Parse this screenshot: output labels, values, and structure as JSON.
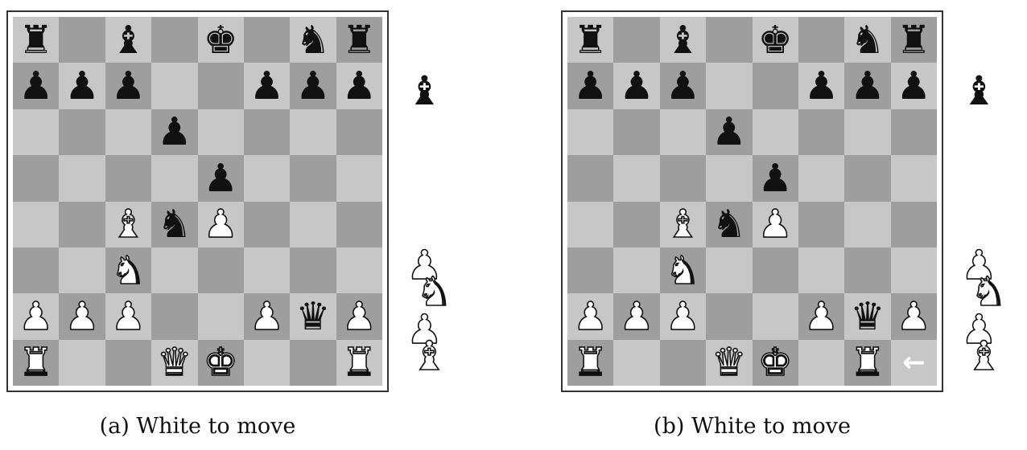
{
  "panels": [
    {
      "caption": "(a)  White to move",
      "rows": [
        [
          {
            "t": "rook",
            "c": "b"
          },
          null,
          {
            "t": "bishop",
            "c": "b"
          },
          null,
          {
            "t": "king",
            "c": "b"
          },
          null,
          {
            "t": "knight",
            "c": "b"
          },
          {
            "t": "rook",
            "c": "b"
          }
        ],
        [
          {
            "t": "pawn",
            "c": "b"
          },
          {
            "t": "pawn",
            "c": "b"
          },
          {
            "t": "pawn",
            "c": "b"
          },
          null,
          null,
          {
            "t": "pawn",
            "c": "b"
          },
          {
            "t": "pawn",
            "c": "b"
          },
          {
            "t": "pawn",
            "c": "b"
          }
        ],
        [
          null,
          null,
          null,
          {
            "t": "pawn",
            "c": "b"
          },
          null,
          null,
          null,
          null
        ],
        [
          null,
          null,
          null,
          null,
          {
            "t": "pawn",
            "c": "b"
          },
          null,
          null,
          null
        ],
        [
          null,
          null,
          {
            "t": "bishop",
            "c": "w"
          },
          {
            "t": "knight",
            "c": "b"
          },
          {
            "t": "pawn",
            "c": "w"
          },
          null,
          null,
          null
        ],
        [
          null,
          null,
          {
            "t": "knight",
            "c": "w"
          },
          null,
          null,
          null,
          null,
          null
        ],
        [
          {
            "t": "pawn",
            "c": "w"
          },
          {
            "t": "pawn",
            "c": "w"
          },
          {
            "t": "pawn",
            "c": "w"
          },
          null,
          null,
          {
            "t": "pawn",
            "c": "w"
          },
          {
            "t": "queen",
            "c": "b"
          },
          {
            "t": "pawn",
            "c": "w"
          }
        ],
        [
          {
            "t": "rook",
            "c": "w"
          },
          null,
          null,
          {
            "t": "queen",
            "c": "w"
          },
          {
            "t": "king",
            "c": "w"
          },
          null,
          null,
          {
            "t": "rook",
            "c": "w"
          }
        ]
      ],
      "captured_black": [
        "bishop"
      ],
      "captured_white": [
        "pawn",
        "knight",
        "pawn",
        "bishop"
      ]
    },
    {
      "caption": "(b)  White to move",
      "rows": [
        [
          {
            "t": "rook",
            "c": "b"
          },
          null,
          {
            "t": "bishop",
            "c": "b"
          },
          null,
          {
            "t": "king",
            "c": "b"
          },
          null,
          {
            "t": "knight",
            "c": "b"
          },
          {
            "t": "rook",
            "c": "b"
          }
        ],
        [
          {
            "t": "pawn",
            "c": "b"
          },
          {
            "t": "pawn",
            "c": "b"
          },
          {
            "t": "pawn",
            "c": "b"
          },
          null,
          null,
          {
            "t": "pawn",
            "c": "b"
          },
          {
            "t": "pawn",
            "c": "b"
          },
          {
            "t": "pawn",
            "c": "b"
          }
        ],
        [
          null,
          null,
          null,
          {
            "t": "pawn",
            "c": "b"
          },
          null,
          null,
          null,
          null
        ],
        [
          null,
          null,
          null,
          null,
          {
            "t": "pawn",
            "c": "b"
          },
          null,
          null,
          null
        ],
        [
          null,
          null,
          {
            "t": "bishop",
            "c": "w"
          },
          {
            "t": "knight",
            "c": "b"
          },
          {
            "t": "pawn",
            "c": "w"
          },
          null,
          null,
          null
        ],
        [
          null,
          null,
          {
            "t": "knight",
            "c": "w"
          },
          null,
          null,
          null,
          null,
          null
        ],
        [
          {
            "t": "pawn",
            "c": "w"
          },
          {
            "t": "pawn",
            "c": "w"
          },
          {
            "t": "pawn",
            "c": "w"
          },
          null,
          null,
          {
            "t": "pawn",
            "c": "w"
          },
          {
            "t": "queen",
            "c": "b"
          },
          {
            "t": "pawn",
            "c": "w"
          }
        ],
        [
          {
            "t": "rook",
            "c": "w"
          },
          null,
          null,
          {
            "t": "queen",
            "c": "w"
          },
          {
            "t": "king",
            "c": "w"
          },
          null,
          {
            "t": "rook",
            "c": "w"
          },
          {
            "t": "arrow",
            "c": "w"
          }
        ]
      ],
      "captured_black": [
        "bishop"
      ],
      "captured_white": [
        "pawn",
        "knight",
        "pawn",
        "bishop"
      ]
    }
  ],
  "colors": {
    "light_square": "#c7c7c7",
    "dark_square": "#9e9e9e",
    "border": "#333333"
  },
  "glyphs": {
    "king": "♚",
    "queen": "♛",
    "rook": "♜",
    "bishop": "♝",
    "knight": "♞",
    "pawn": "♟",
    "arrow": "←"
  }
}
